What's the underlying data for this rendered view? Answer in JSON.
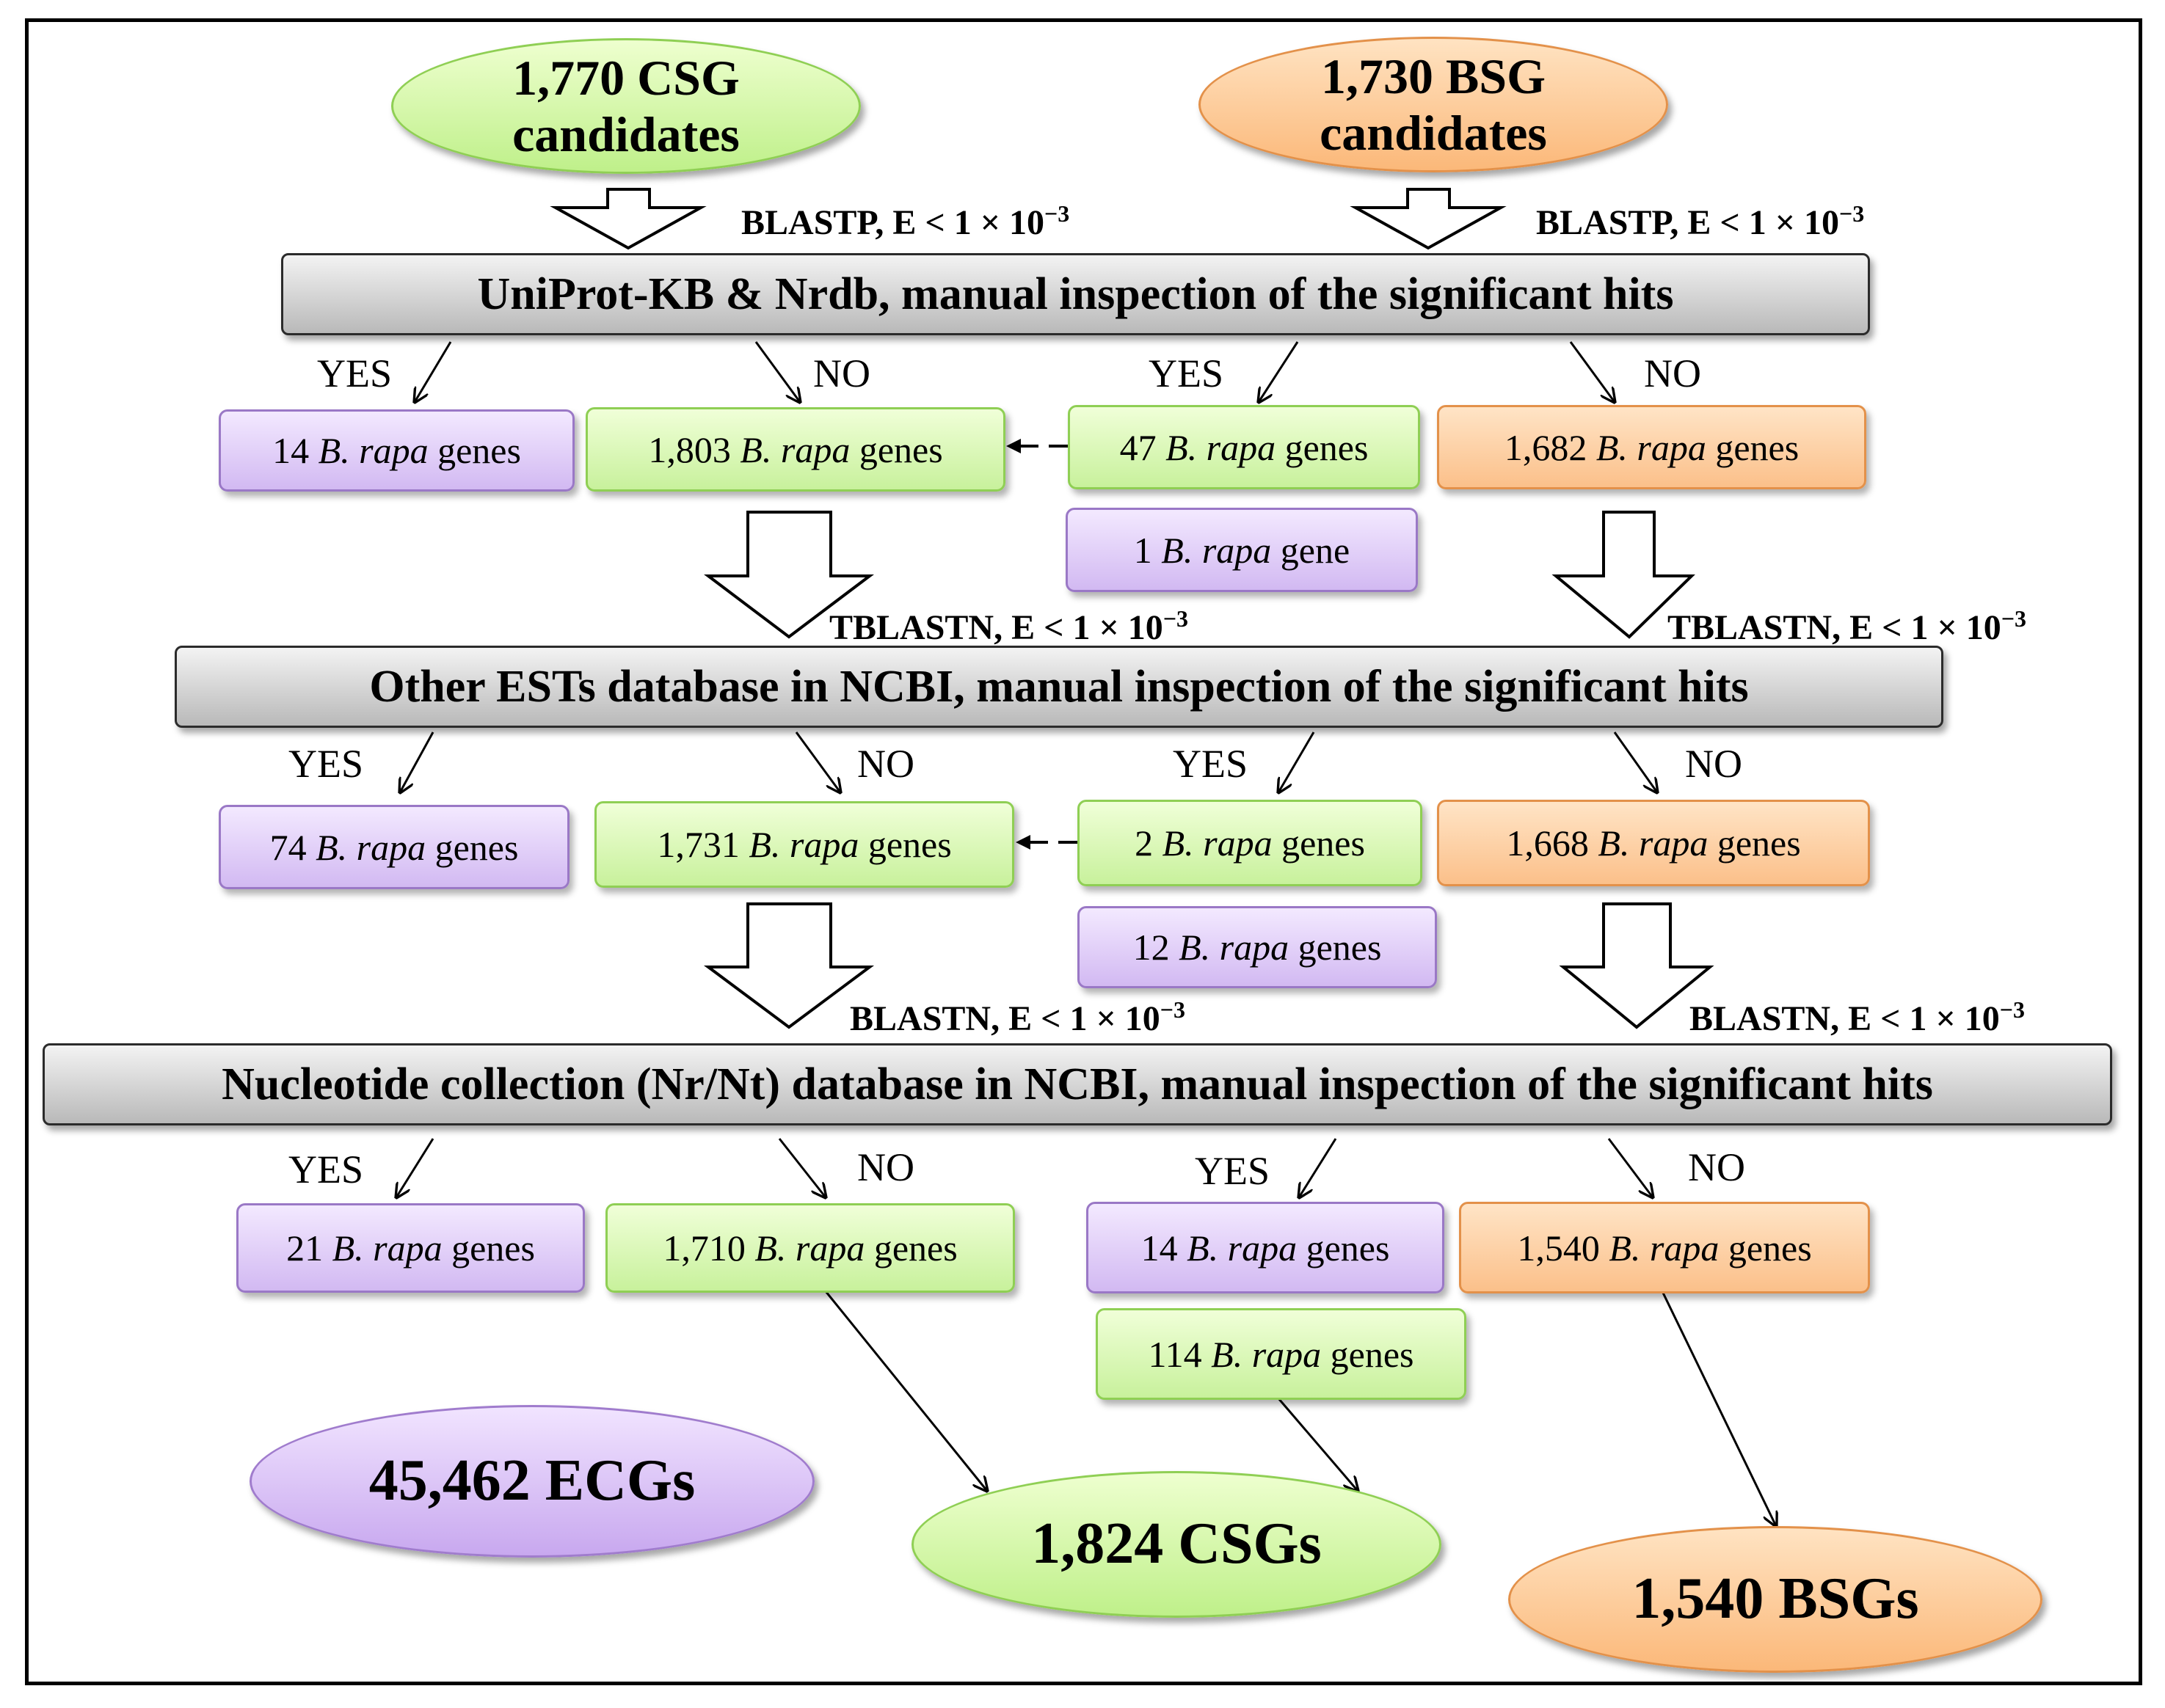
{
  "top": {
    "csg_candidates": [
      "1,770 CSG",
      "candidates"
    ],
    "bsg_candidates": [
      "1,730 BSG",
      "candidates"
    ]
  },
  "steps": {
    "step1": "UniProt-KB & Nrdb, manual inspection of the significant hits",
    "step2": "Other ESTs database in NCBI, manual inspection of the significant hits",
    "step3": "Nucleotide collection (Nr/Nt) database in NCBI, manual inspection of the significant hits"
  },
  "blast": {
    "blastp_left": {
      "prefix": "BLASTP, E < 1 × 10",
      "exp": "−3"
    },
    "blastp_right": {
      "prefix": "BLASTP, E < 1 × 10",
      "exp": "−3"
    },
    "tblastn_left": {
      "prefix": "TBLASTN, E < 1 × 10",
      "exp": "−3"
    },
    "tblastn_right": {
      "prefix": "TBLASTN, E < 1 × 10",
      "exp": "−3"
    },
    "blastn_left": {
      "prefix": "BLASTN, E < 1 × 10",
      "exp": "−3"
    },
    "blastn_right": {
      "prefix": "BLASTN, E < 1 × 10",
      "exp": "−3"
    }
  },
  "labels": {
    "yes": "YES",
    "no": "NO"
  },
  "species": "B. rapa",
  "row1": {
    "a": {
      "num": "14",
      "unit": "genes"
    },
    "b": {
      "num": "1,803",
      "unit": "genes"
    },
    "c": {
      "num": "47",
      "unit": "genes"
    },
    "d": {
      "num": "1,682",
      "unit": "genes"
    },
    "e": {
      "num": "1",
      "unit": "gene"
    }
  },
  "row2": {
    "a": {
      "num": "74",
      "unit": "genes"
    },
    "b": {
      "num": "1,731",
      "unit": "genes"
    },
    "c": {
      "num": "2",
      "unit": "genes"
    },
    "d": {
      "num": "1,668",
      "unit": "genes"
    },
    "e": {
      "num": "12",
      "unit": "genes"
    }
  },
  "row3": {
    "a": {
      "num": "21",
      "unit": "genes"
    },
    "b": {
      "num": "1,710",
      "unit": "genes"
    },
    "c": {
      "num": "14",
      "unit": "genes"
    },
    "d": {
      "num": "1,540",
      "unit": "genes"
    },
    "e": {
      "num": "114",
      "unit": "genes"
    }
  },
  "results": {
    "ecg": "45,462 ECGs",
    "csg": "1,824 CSGs",
    "bsg": "1,540 BSGs"
  },
  "colors": {
    "green_fill": "#c8f19c",
    "orange_fill": "#fbc08a",
    "purple_fill": "#d2b9f2",
    "gray_fill": "#c8c8c8"
  }
}
